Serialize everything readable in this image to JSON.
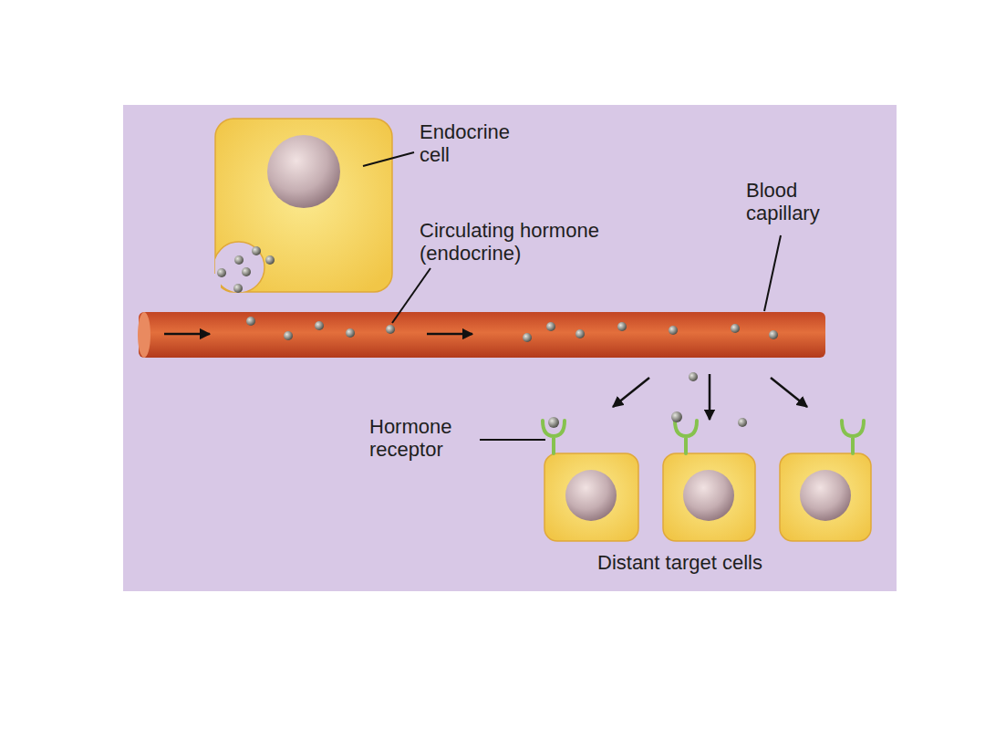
{
  "diagram": {
    "labels": [
      "Endocrine cell",
      "Circulating hormone (endocrine)",
      "Blood capillary",
      "Hormone receptor",
      "Distant target cells"
    ]
  }
}
